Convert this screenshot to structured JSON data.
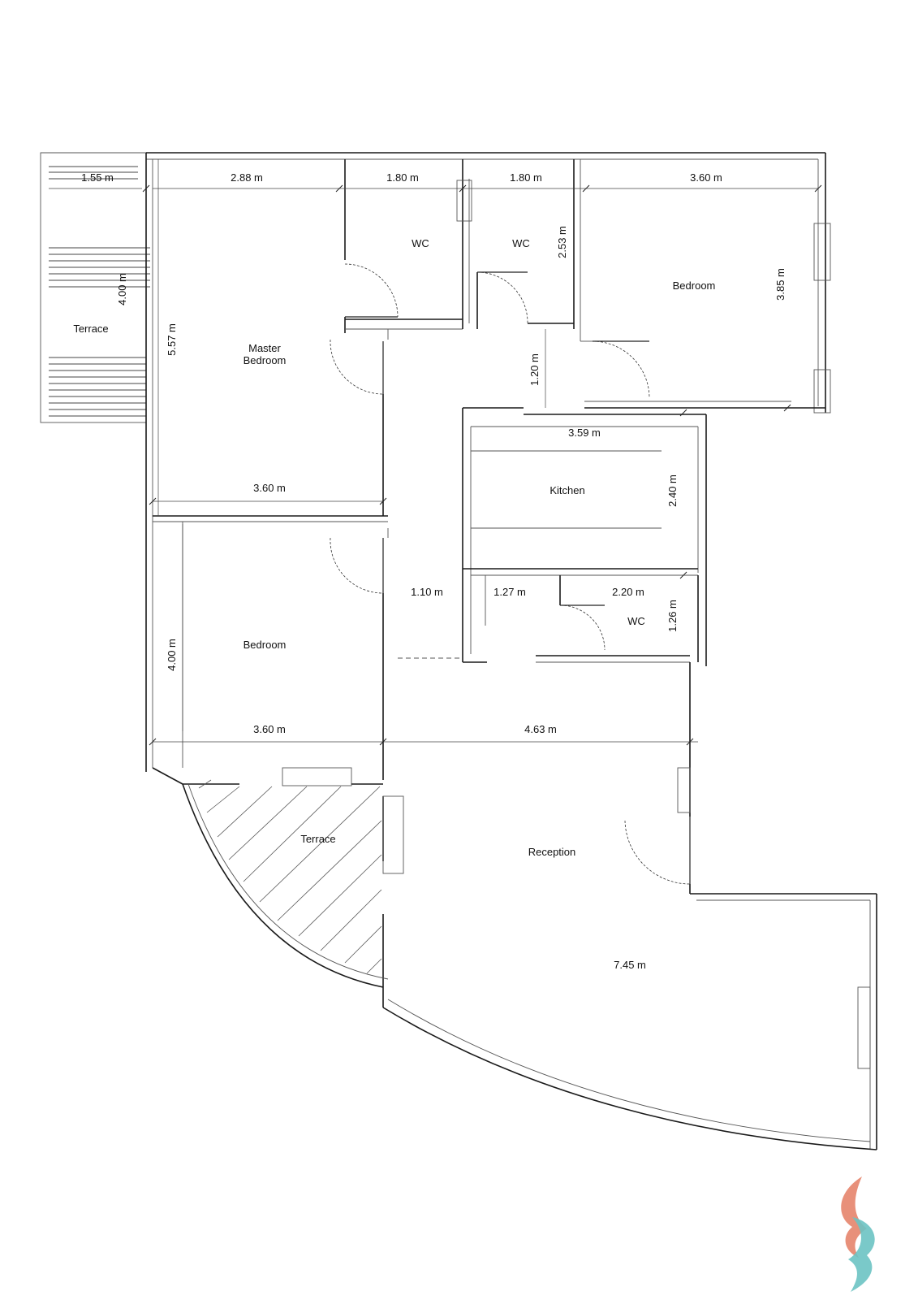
{
  "rooms": {
    "terrace_top": "Terrace",
    "master_bedroom_line1": "Master",
    "master_bedroom_line2": "Bedroom",
    "wc_1": "WC",
    "wc_2": "WC",
    "bedroom_right": "Bedroom",
    "kitchen": "Kitchen",
    "wc_3": "WC",
    "bedroom_left": "Bedroom",
    "terrace_bottom": "Terrace",
    "reception": "Reception"
  },
  "dimensions": {
    "terrace_width": "1.55 m",
    "terrace_height": "4.00 m",
    "master_top": "2.88 m",
    "master_height": "5.57 m",
    "master_bottom": "3.60 m",
    "wc1_width": "1.80 m",
    "wc2_width": "1.80 m",
    "wc_height": "2.53 m",
    "bedroom_right_width": "3.60 m",
    "bedroom_right_height": "3.85 m",
    "corridor_top": "1.20 m",
    "kitchen_width": "3.59 m",
    "kitchen_height": "2.40 m",
    "corridor_mid": "1.10 m",
    "store_width": "1.27 m",
    "wc3_width": "2.20 m",
    "wc3_height": "1.26 m",
    "bedroom_left_height": "4.00 m",
    "bedroom_left_width": "3.60 m",
    "reception_width": "4.63 m",
    "reception_depth": "7.45 m"
  },
  "colors": {
    "logo_coral": "#e8907a",
    "logo_teal": "#6cc3c3"
  }
}
